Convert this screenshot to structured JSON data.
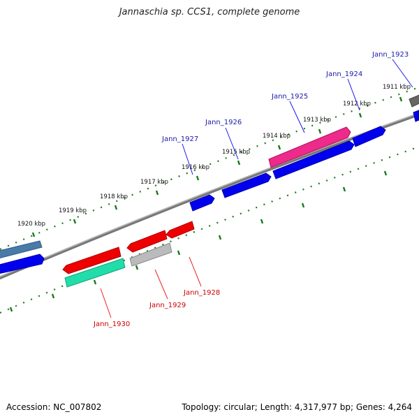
{
  "title": "Jannaschia sp. CCS1, complete genome",
  "footer": {
    "accession": "Accession: NC_007802",
    "topology": "Topology: circular; Length: 4,317,977 bp; Genes: 4,264"
  },
  "colors": {
    "backbone": "#888888",
    "ticks": "#1a7a1a",
    "forward_label": "#1a1aaa",
    "reverse_label": "#cc0000",
    "gene_blue": "#0000ee",
    "gene_red": "#ee0000",
    "gene_pink": "#ee2a8a",
    "gene_green": "#22ddaa",
    "gene_grey": "#bbbbbb",
    "gene_steel": "#4a7aa8",
    "gene_darkgrey": "#666666"
  },
  "kbp_labels": [
    "1911 kbp",
    "1912 kbp",
    "1913 kbp",
    "1914 kbp",
    "1915 kbp",
    "1916 kbp",
    "1917 kbp",
    "1918 kbp",
    "1919 kbp",
    "1920 kbp"
  ],
  "forward_genes": [
    "Jann_1923",
    "Jann_1924",
    "Jann_1925",
    "Jann_1926",
    "Jann_1927"
  ],
  "reverse_genes": [
    "Jann_1928",
    "Jann_1929",
    "Jann_1930"
  ]
}
